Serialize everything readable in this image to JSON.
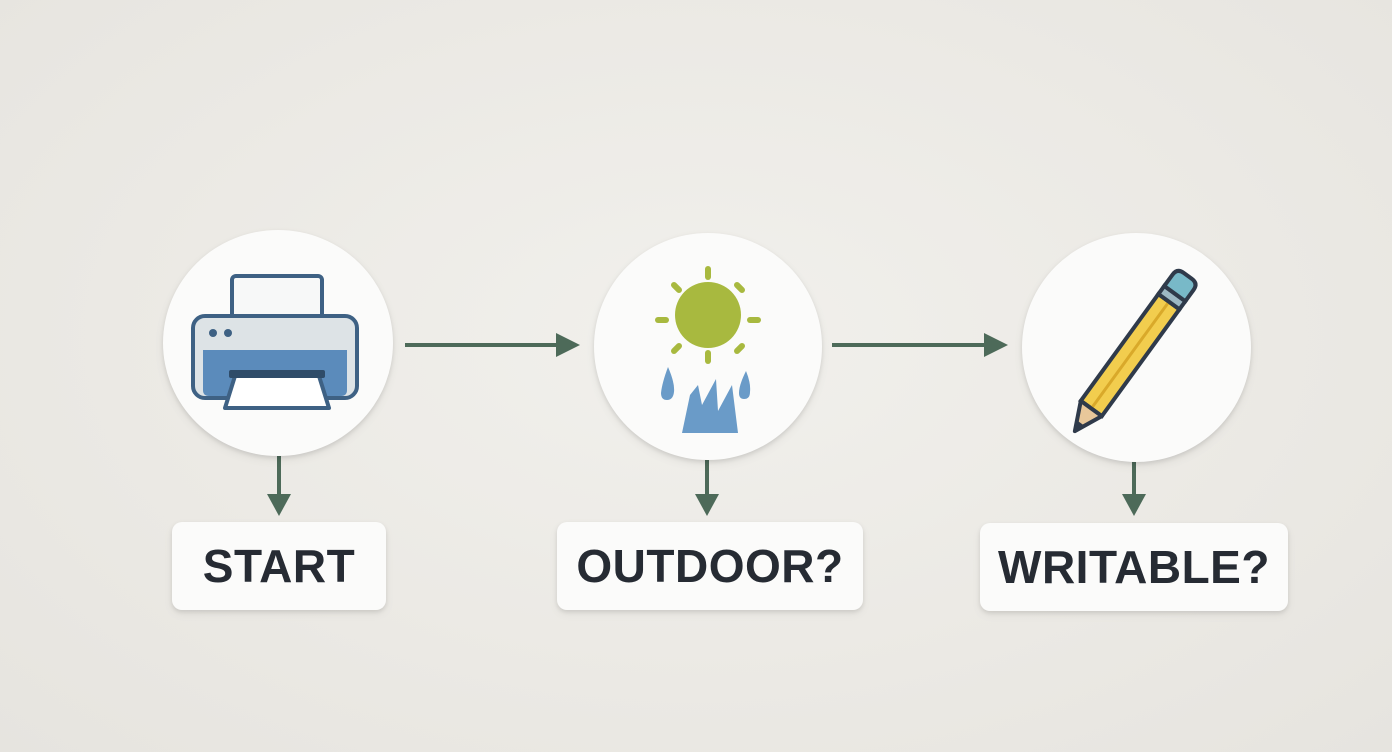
{
  "colors": {
    "arrow": "#4d6a59",
    "label_text": "#262b33",
    "card": "#fbfbfa"
  },
  "nodes": [
    {
      "icon": "printer-icon",
      "label": "START"
    },
    {
      "icon": "sun-rain-icon",
      "label": "OUTDOOR?"
    },
    {
      "icon": "pencil-icon",
      "label": "WRITABLE?"
    }
  ]
}
